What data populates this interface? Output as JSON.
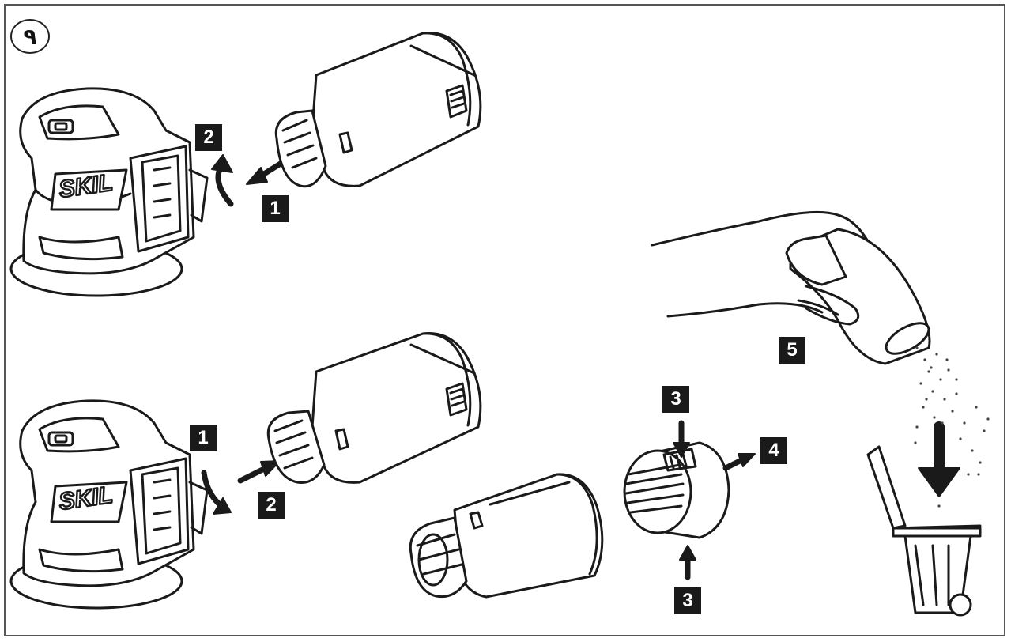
{
  "figure": {
    "number_label": "٩"
  },
  "brand": {
    "logo_text": "SKIL"
  },
  "steps": {
    "top_2": "2",
    "top_1": "1",
    "bottom_1": "1",
    "bottom_2": "2",
    "cap_3_top": "3",
    "cap_4": "4",
    "cap_3_bottom": "3",
    "empty_5": "5"
  },
  "colors": {
    "line": "#1a1a1a",
    "badge": "#1a1a1a",
    "dust": "#444444"
  }
}
